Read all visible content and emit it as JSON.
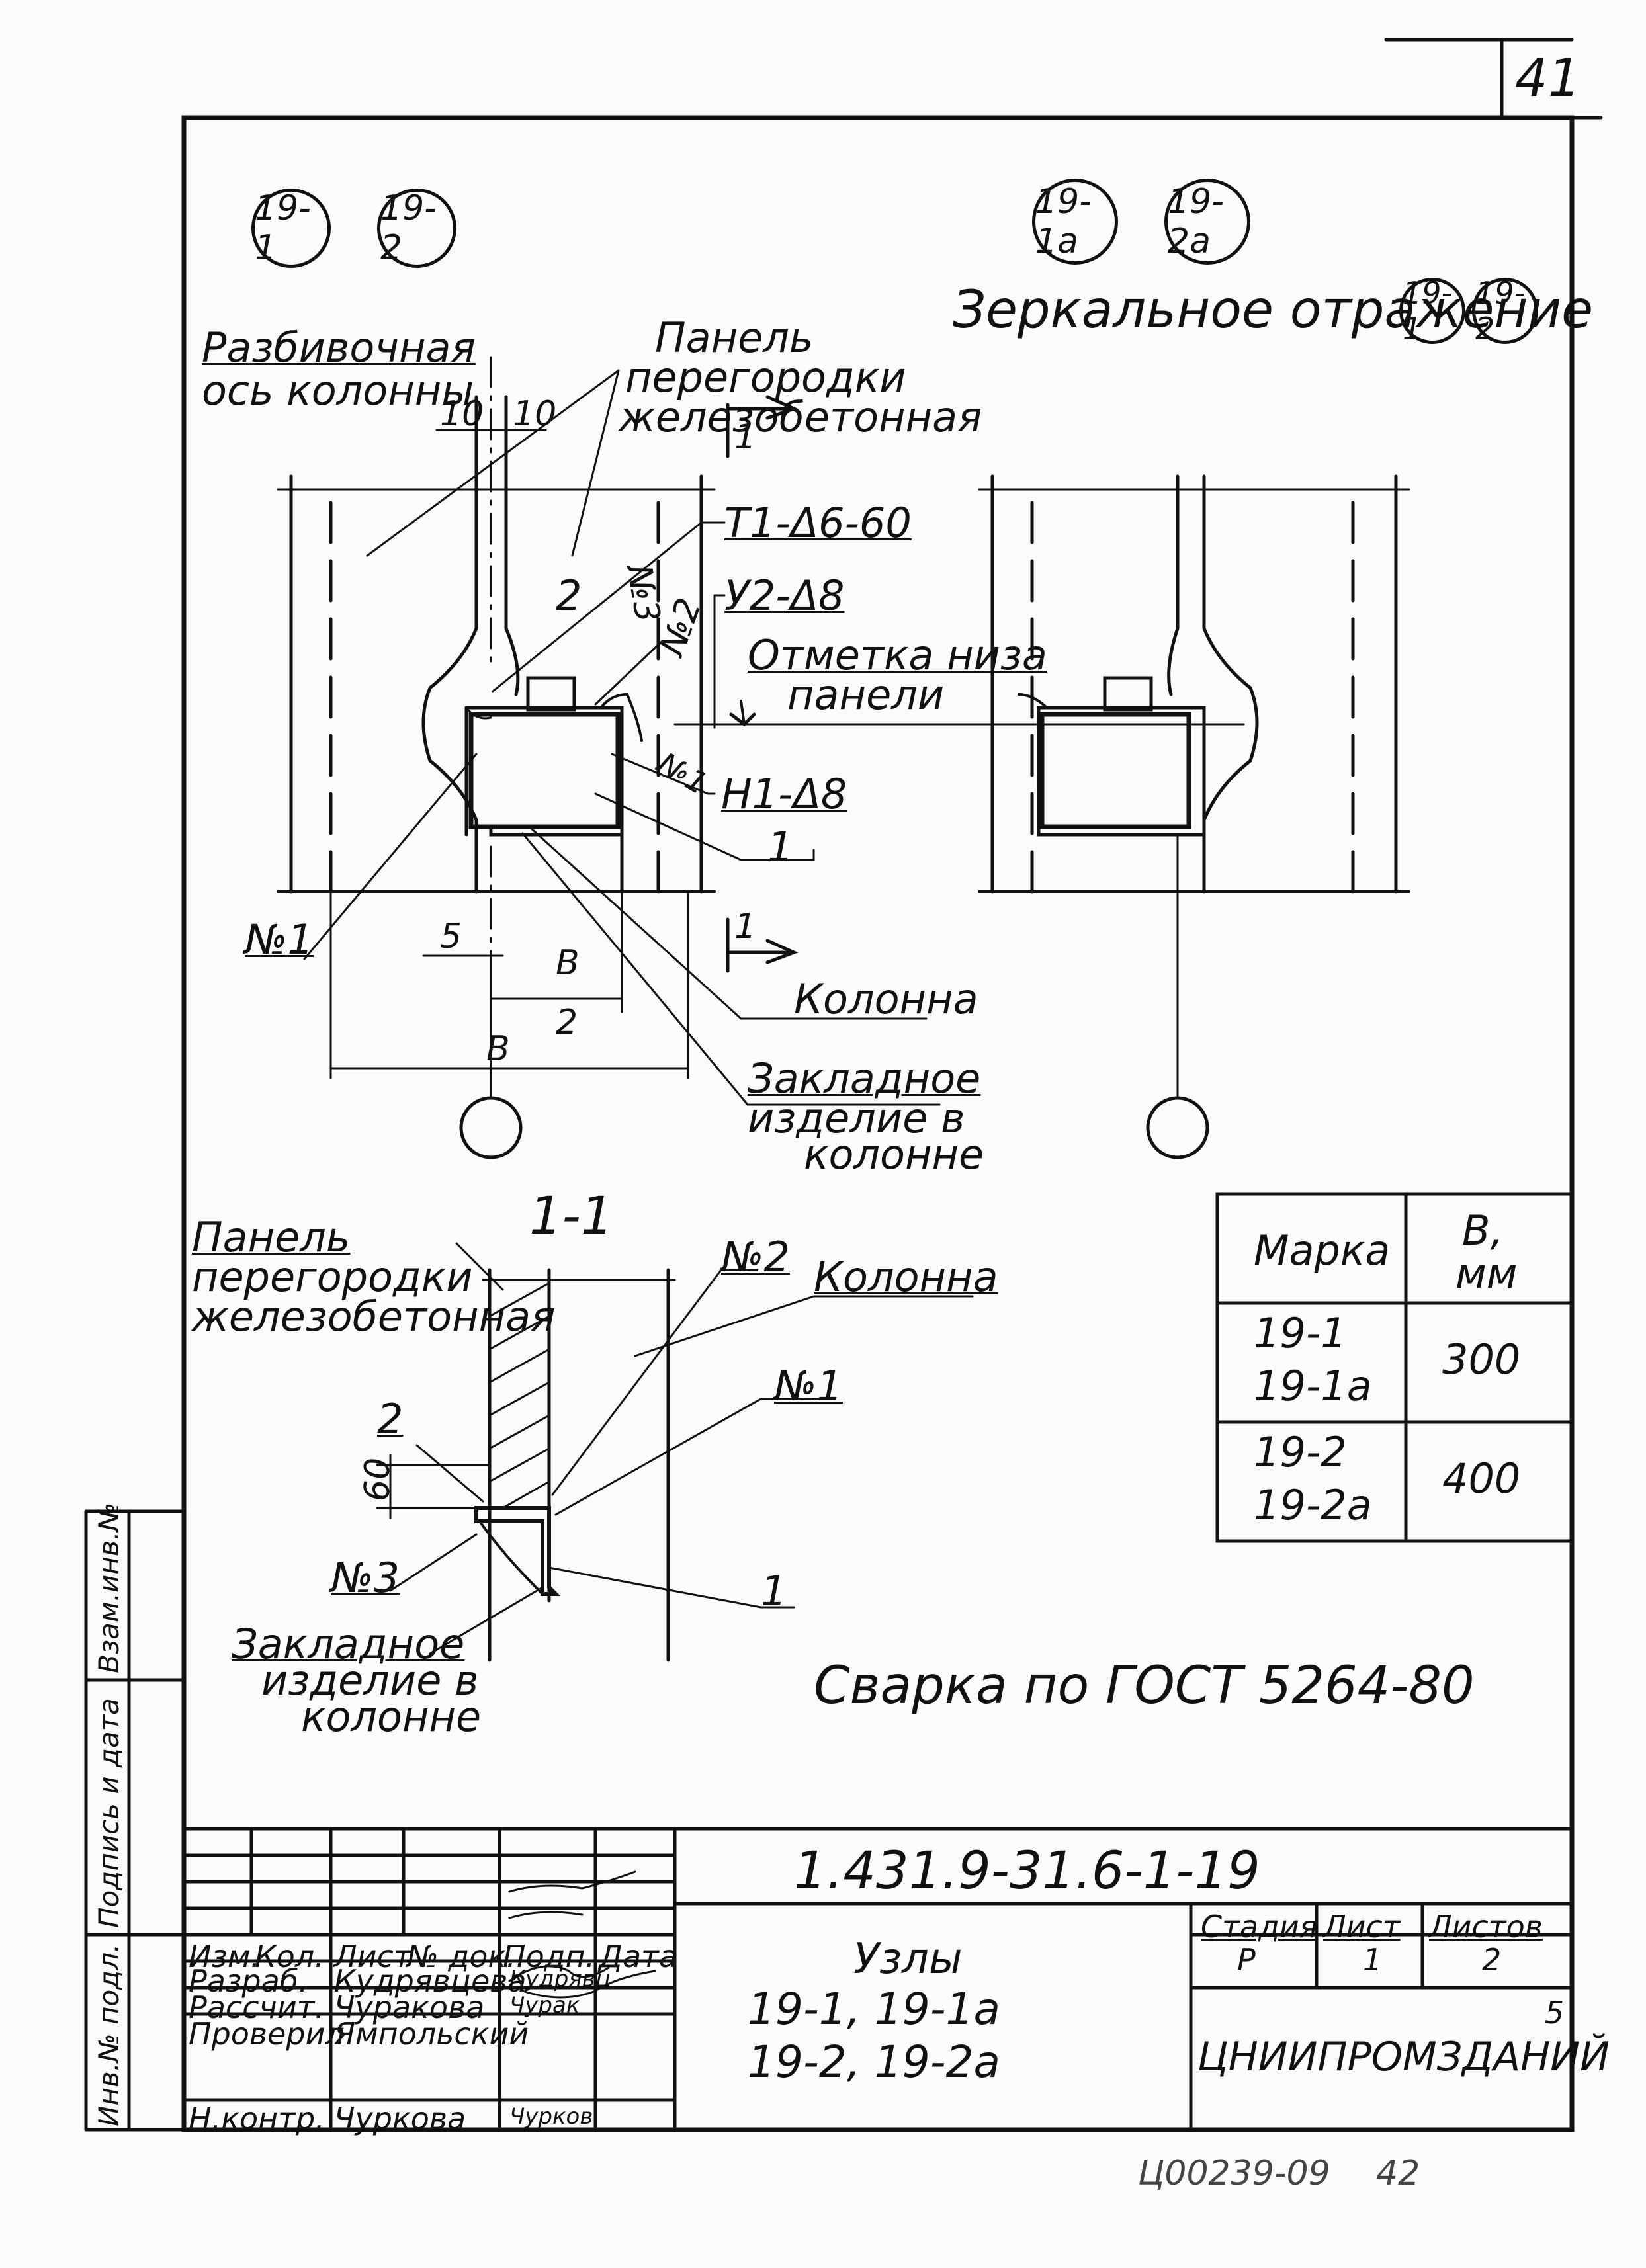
{
  "page_number": "41",
  "markers": {
    "top_left": [
      "19-1",
      "19-2"
    ],
    "top_right": [
      "19-1а",
      "19-2а"
    ],
    "mirror_label": "Зеркальное отражение",
    "mirror_refs": [
      "19-1",
      "19-2"
    ]
  },
  "plan_view": {
    "axis_label_line1": "Разбивочная",
    "axis_label_line2": "ось колонны",
    "dim_left": "10",
    "dim_right": "10",
    "panel_label_line1": "Панель",
    "panel_label_line2": "перегородки",
    "panel_label_line3": "железобетонная",
    "weld_t1": "Т1-Δ6-60",
    "weld_u2": "У2-Δ8",
    "weld_n1": "Н1-Δ8",
    "mark_2": "2",
    "mark_no3": "№3",
    "mark_no2": "№2",
    "mark_no1_small": "№1",
    "mark_no1": "№1",
    "mark_1": "1",
    "elevation_line1": "Отметка низа",
    "elevation_line2": "панели",
    "dim_5": "5",
    "dim_b_half_num": "В",
    "dim_b_half_den": "2",
    "dim_b": "В",
    "column_label": "Колонна",
    "embed_line1": "Закладное",
    "embed_line2": "изделие в",
    "embed_line3": "колонне",
    "section_mark": "1"
  },
  "section_view": {
    "title": "1-1",
    "panel_line1": "Панель",
    "panel_line2": "перегородки",
    "panel_line3": "железобетонная",
    "mark_no2": "№2",
    "column_label": "Колонна",
    "mark_no1": "№1",
    "mark_2": "2",
    "dim_60": "60",
    "mark_no3": "№3",
    "mark_1": "1",
    "embed_line1": "Закладное",
    "embed_line2": "изделие в",
    "embed_line3": "колонне"
  },
  "spec_table": {
    "headers": [
      "Марка",
      "В,",
      "мм"
    ],
    "rows": [
      {
        "marks": [
          "19-1",
          "19-1а"
        ],
        "value": "300"
      },
      {
        "marks": [
          "19-2",
          "19-2а"
        ],
        "value": "400"
      }
    ]
  },
  "welding_note": "Сварка по ГОСТ 5264-80",
  "side_stamps": [
    "Инв.№ подл.",
    "Подпись и дата",
    "Взам.инв.№"
  ],
  "title_block": {
    "doc_code": "1.431.9-31.6-1-19",
    "col_headers": [
      "Изм.",
      "Кол.",
      "Лист",
      "№ док.",
      "Подп.",
      "Дата"
    ],
    "roles": [
      {
        "role": "Разраб.",
        "name": "Кудрявцева",
        "sign": "Кудрявц"
      },
      {
        "role": "Рассчит.",
        "name": "Чуракова",
        "sign": "Чурак"
      },
      {
        "role": "Проверил",
        "name": "Ямпольский",
        "sign": ""
      },
      {
        "role": "Н.контр.",
        "name": "Чуркова",
        "sign": "Чурков"
      }
    ],
    "title_line1": "Узлы",
    "title_line2": "19-1, 19-1а",
    "title_line3": "19-2, 19-2а",
    "stage_header": "Стадия",
    "sheet_header": "Лист",
    "sheets_header": "Листов",
    "stage": "Р",
    "sheet": "1",
    "sheets": "2",
    "org": "ЦНИИПРОМЗДАНИЙ",
    "org_mark": "5"
  },
  "archive_number": "Ц00239-09",
  "archive_page": "42"
}
